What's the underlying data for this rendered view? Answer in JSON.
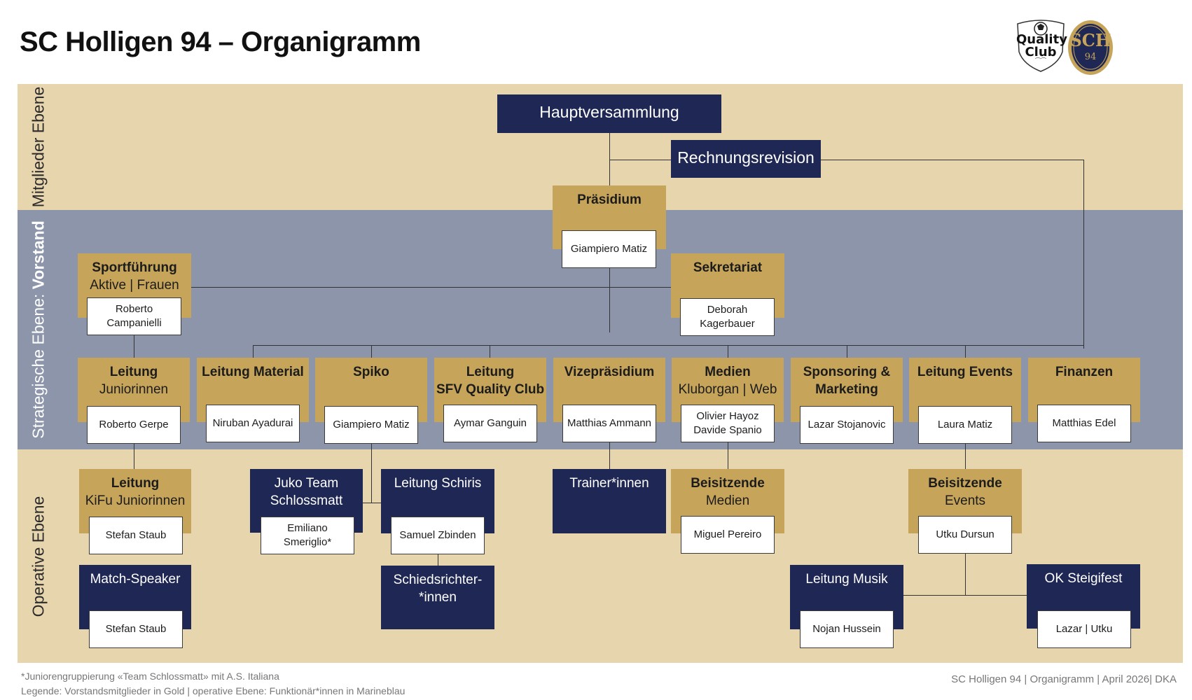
{
  "title": "SC Holligen 94 – Organigramm",
  "logos": {
    "quality_club": "Quality Club",
    "club_monogram": "SCH",
    "club_number": "94"
  },
  "bands": {
    "members": "Mitglieder Ebene",
    "strategic_prefix": "Strategische Ebene: ",
    "strategic_bold": "Vorstand",
    "operative": "Operative Ebene"
  },
  "nodes": {
    "hauptversammlung": {
      "title": "Hauptversammlung"
    },
    "rechnungsrevision": {
      "title": "Rechnungsrevision"
    },
    "praesidium": {
      "title": "Präsidium",
      "person": "Giampiero Matiz"
    },
    "sportfuehrung": {
      "title": "Sportführung",
      "subtitle": "Aktive | Frauen",
      "person_1": "Roberto",
      "person_2": "Campanielli"
    },
    "sekretariat": {
      "title": "Sekretariat",
      "person_1": "Deborah",
      "person_2": "Kagerbauer"
    },
    "leitung_juniorinnen": {
      "title": "Leitung",
      "subtitle": "Juniorinnen",
      "person": "Roberto Gerpe"
    },
    "leitung_material": {
      "title": "Leitung Material",
      "person": "Niruban Ayadurai"
    },
    "spiko": {
      "title": "Spiko",
      "person": "Giampiero Matiz"
    },
    "leitung_sfv": {
      "title": "Leitung",
      "subtitle": "SFV Quality Club",
      "person": "Aymar Ganguin"
    },
    "vizepraesidium": {
      "title": "Vizepräsidium",
      "person": "Matthias Ammann"
    },
    "medien": {
      "title": "Medien",
      "subtitle": "Kluborgan | Web",
      "person_1": "Olivier Hayoz",
      "person_2": "Davide Spanio"
    },
    "sponsoring": {
      "title": "Sponsoring &",
      "subtitle": "Marketing",
      "person": "Lazar Stojanovic"
    },
    "leitung_events": {
      "title": "Leitung Events",
      "person": "Laura Matiz"
    },
    "finanzen": {
      "title": "Finanzen",
      "person": "Matthias Edel"
    },
    "kifu": {
      "title": "Leitung",
      "subtitle": "KiFu Juniorinnen",
      "person": "Stefan Staub"
    },
    "juko": {
      "title": "Juko",
      "subtitle": "Team Schlossmatt",
      "person_1": "Emiliano",
      "person_2": "Smeriglio*"
    },
    "schiris": {
      "title": "Leitung Schiris",
      "person": "Samuel Zbinden"
    },
    "trainer": {
      "title": "Trainer*innen"
    },
    "beisitzende_medien": {
      "title": "Beisitzende",
      "subtitle": "Medien",
      "person": "Miguel Pereiro"
    },
    "beisitzende_events": {
      "title": "Beisitzende",
      "subtitle": "Events",
      "person": "Utku Dursun"
    },
    "match_speaker": {
      "title": "Match-Speaker",
      "person": "Stefan Staub"
    },
    "schiedsrichter": {
      "title_1": "Schiedsrichter-",
      "title_2": "*innen"
    },
    "leitung_musik": {
      "title": "Leitung Musik",
      "person": "Nojan Hussein"
    },
    "ok_steigifest": {
      "title": "OK Steigifest",
      "person": "Lazar | Utku"
    }
  },
  "footer": {
    "note": "*Juniorengruppierung «Team Schlossmatt» mit A.S. Italiana",
    "legend": "Legende: Vorstandsmitglieder in Gold | operative Ebene: Funktionär*innen in Marineblau",
    "credit": "SC Holligen 94 | Organigramm | April 2026| DKA"
  },
  "colors": {
    "gold": "#c6a45a",
    "navy": "#1f2754",
    "tan_band": "#e7d5ae",
    "grey_band": "#8d95aa"
  }
}
